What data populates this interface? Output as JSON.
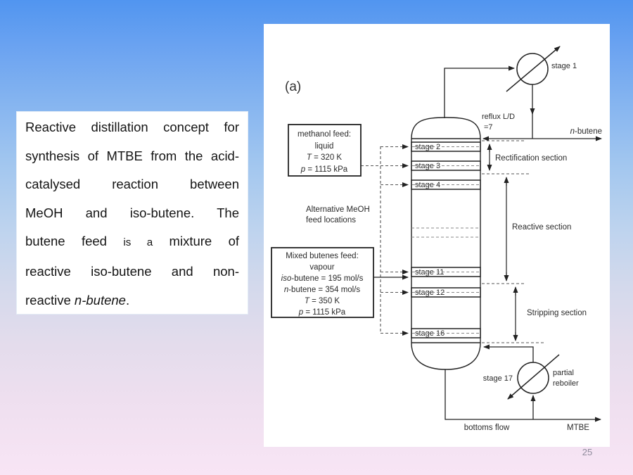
{
  "page": {
    "number": "25"
  },
  "colors": {
    "slide_bg_top": "#5195f0",
    "slide_bg_bottom": "#f8e5f5",
    "panel_bg": "#ffffff",
    "diagram_ink": "#222222",
    "page_number_color": "#8f8b9c"
  },
  "textbox": {
    "lines": [
      {
        "segments": [
          {
            "t": "Reactive distillation concept for"
          }
        ]
      },
      {
        "segments": [
          {
            "t": "synthesis of MTBE from the acid-"
          }
        ]
      },
      {
        "segments": [
          {
            "t": "catalysed reaction between"
          }
        ]
      },
      {
        "segments": [
          {
            "t": "MeOH and iso-butene. The"
          }
        ]
      },
      {
        "segments": [
          {
            "t": "butene feed "
          },
          {
            "t": "is a",
            "small": true
          },
          {
            "t": " mixture of"
          }
        ]
      },
      {
        "segments": [
          {
            "t": "reactive iso-butene and non-"
          }
        ]
      },
      {
        "segments": [
          {
            "t": "reactive "
          },
          {
            "t": "n-butene",
            "i": true
          },
          {
            "t": "."
          }
        ]
      }
    ]
  },
  "figure": {
    "panel_label": "(a)",
    "stage1_label": "stage 1",
    "reflux_line1": "reflux L/D",
    "reflux_line2": "=7",
    "top_product": [
      {
        "t": "n",
        "i": true
      },
      {
        "t": "-butene"
      }
    ],
    "methanol_box": {
      "lines": [
        [
          {
            "t": "methanol feed:"
          }
        ],
        [
          {
            "t": "liquid"
          }
        ],
        [
          {
            "t": "T",
            "i": true
          },
          {
            "t": " = 320 K"
          }
        ],
        [
          {
            "t": "p",
            "i": true
          },
          {
            "t": " = 1115 kPa"
          }
        ]
      ]
    },
    "alt_feed": [
      "Alternative MeOH",
      "feed locations"
    ],
    "butenes_box": {
      "lines": [
        [
          {
            "t": "Mixed butenes feed:"
          }
        ],
        [
          {
            "t": "vapour"
          }
        ],
        [
          {
            "t": "iso",
            "i": true
          },
          {
            "t": "-butene = 195 mol/s"
          }
        ],
        [
          {
            "t": "n",
            "i": true
          },
          {
            "t": "-butene = 354 mol/s"
          }
        ],
        [
          {
            "t": "T",
            "i": true
          },
          {
            "t": " = 350 K"
          }
        ],
        [
          {
            "t": "p",
            "i": true
          },
          {
            "t": " = 1115 kPa"
          }
        ]
      ]
    },
    "trays": [
      {
        "label": "stage 2"
      },
      {
        "label": "stage 3"
      },
      {
        "label": "stage 4"
      },
      {
        "label": "stage 11"
      },
      {
        "label": "stage 12"
      },
      {
        "label": "stage 16"
      }
    ],
    "sections": [
      {
        "label": "Rectification section"
      },
      {
        "label": "Reactive section"
      },
      {
        "label": "Stripping section"
      }
    ],
    "reboiler_stage": "stage 17",
    "reboiler_label": [
      "partial",
      "reboiler"
    ],
    "bottoms_label": "bottoms flow",
    "bottom_product": "MTBE"
  }
}
